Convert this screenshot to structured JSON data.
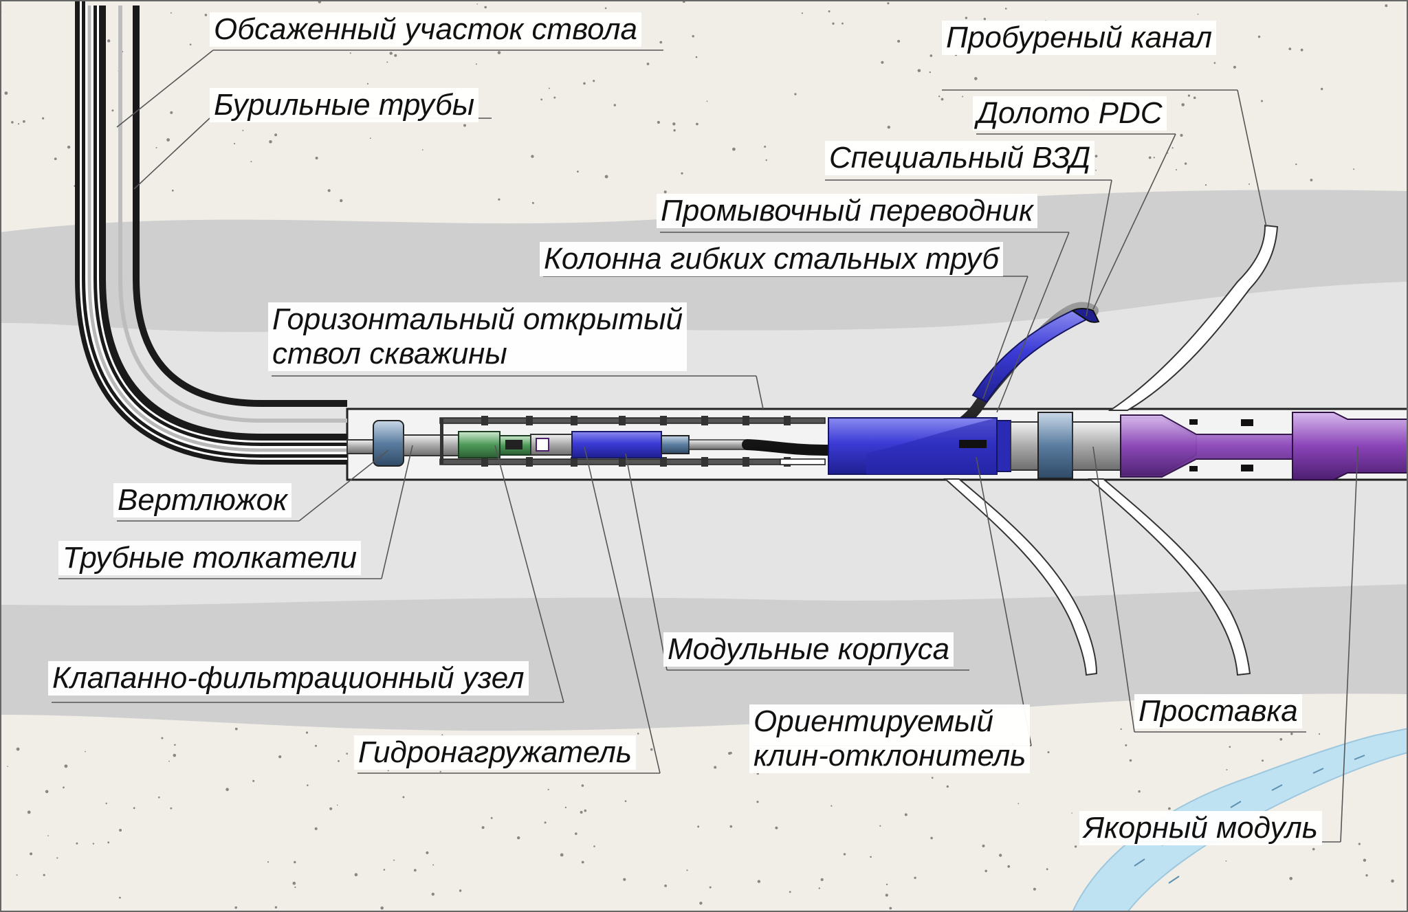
{
  "diagram": {
    "labels": {
      "cased_section": "Обсаженный участок ствола",
      "drill_pipes": "Бурильные трубы",
      "drilled_channel": "Пробуреный канал",
      "pdc_bit": "Долото PDC",
      "special_motor": "Специальный ВЗД",
      "flushing_sub": "Промывочный переводник",
      "coiled_tubing": "Колонна гибких стальных труб",
      "horizontal_wellbore_line1": "Горизонтальный открытый",
      "horizontal_wellbore_line2": "ствол скважины",
      "swivel": "Вертлюжок",
      "pipe_pushers": "Трубные толкатели",
      "modular_housings": "Модульные корпуса",
      "valve_filter_unit": "Клапанно-фильтрационный узел",
      "oriented_whipstock_line1": "Ориентируемый",
      "oriented_whipstock_line2": "клин-отклонитель",
      "hydraulic_loader": "Гидронагружатель",
      "spacer": "Проставка",
      "anchor_module": "Якорный модуль"
    },
    "colors": {
      "sand_formation": "#f1eee8",
      "gray_layer": "#cfcfcf",
      "wellbore": "#e3e3e3",
      "casing_black": "#1a1a1a",
      "motor_blue": "#3b3bd6",
      "anchor_purple": "#7b3fa0",
      "water": "#bfe2f2"
    }
  }
}
